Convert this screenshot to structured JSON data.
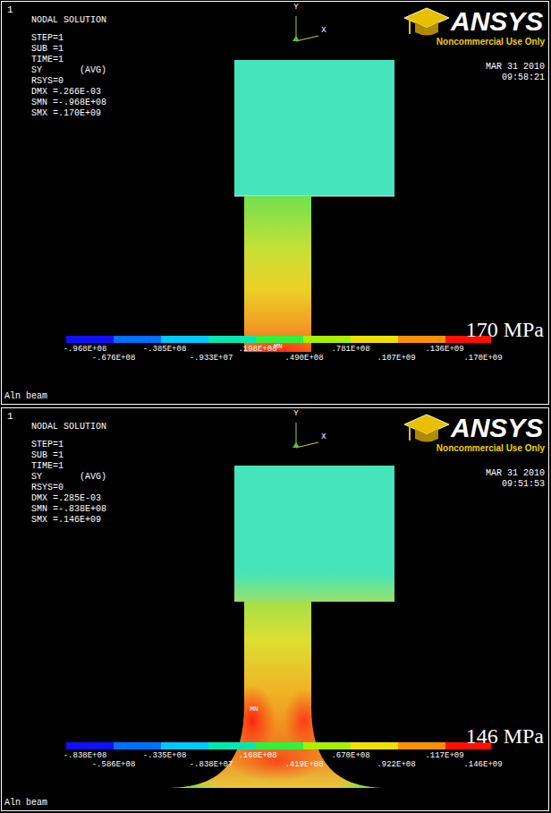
{
  "diagram": {
    "labels": [
      "1",
      "NODAL SOLUTION",
      "STEP=1",
      "SUB =1",
      "TIME=1",
      "SY       (AVG)",
      "RSYS=0",
      "DMX =.266E-03",
      "SMN =-.968E+08",
      "SMX =.170E+09",
      "Y",
      "X",
      "ANSYS",
      "Noncommercial Use Only",
      "MAR 31 2010",
      "09:58:21",
      "MN",
      "170 MPa",
      "-.968E+08",
      "-.676E+08",
      "-.385E+08",
      "-.933E+07",
      ".198E+08",
      ".490E+08",
      ".781E+08",
      ".107E+09",
      ".136E+09",
      ".170E+09",
      "Aln beam",
      "1",
      "NODAL SOLUTION",
      "STEP=1",
      "SUB =1",
      "TIME=1",
      "SY       (AVG)",
      "RSYS=0",
      "DMX =.285E-03",
      "SMN =-.838E+08",
      "SMX =.146E+09",
      "Y",
      "X",
      "ANSYS",
      "Noncommercial Use Only",
      "MAR 31 2010",
      "09:51:53",
      "MN",
      "146 MPa",
      "-.838E+08",
      "-.586E+08",
      "-.335E+08",
      "-.838E+07",
      ".168E+08",
      ".419E+08",
      ".670E+08",
      ".922E+08",
      ".117E+09",
      ".146E+09",
      "Aln beam"
    ]
  }
}
